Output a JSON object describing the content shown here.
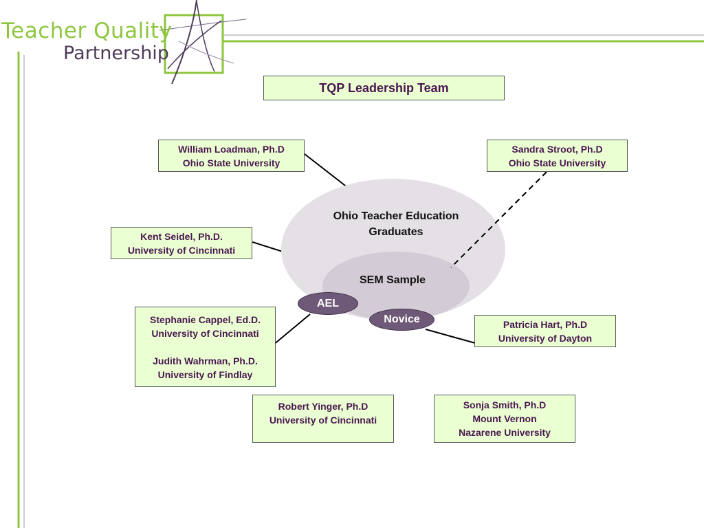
{
  "logo": {
    "line1": "Teacher Quality",
    "line2": "Partnership"
  },
  "title": "TQP Leadership Team",
  "center": {
    "outer_line1": "Ohio Teacher Education",
    "outer_line2": "Graduates",
    "inner": "SEM Sample",
    "pill_ael": "AEL",
    "pill_novice": "Novice"
  },
  "people": {
    "loadman": {
      "name": "William Loadman, Ph.D",
      "org": "Ohio State University"
    },
    "stroot": {
      "name": "Sandra Stroot, Ph.D",
      "org": "Ohio State University"
    },
    "seidel": {
      "name": "Kent Seidel, Ph.D.",
      "org": "University of Cincinnati"
    },
    "cappel": {
      "name": "Stephanie Cappel, Ed.D.",
      "org": "University of Cincinnati"
    },
    "wahrman": {
      "name": "Judith Wahrman, Ph.D.",
      "org": "University of Findlay"
    },
    "hart": {
      "name": "Patricia Hart, Ph.D",
      "org": "University of Dayton"
    },
    "yinger": {
      "name": "Robert Yinger, Ph.D",
      "org": "University of Cincinnati"
    },
    "smith": {
      "name": "Sonja Smith, Ph.D",
      "org1": "Mount Vernon",
      "org2": "Nazarene University"
    }
  },
  "colors": {
    "accent_green": "#8dc63f",
    "box_fill": "#eaffd2",
    "text_purple": "#4a1650",
    "logo_purple": "#4d3a58",
    "oval_outer": "#e4e0e6",
    "oval_inner": "#d3ccd6",
    "pill": "#6e5a78"
  }
}
